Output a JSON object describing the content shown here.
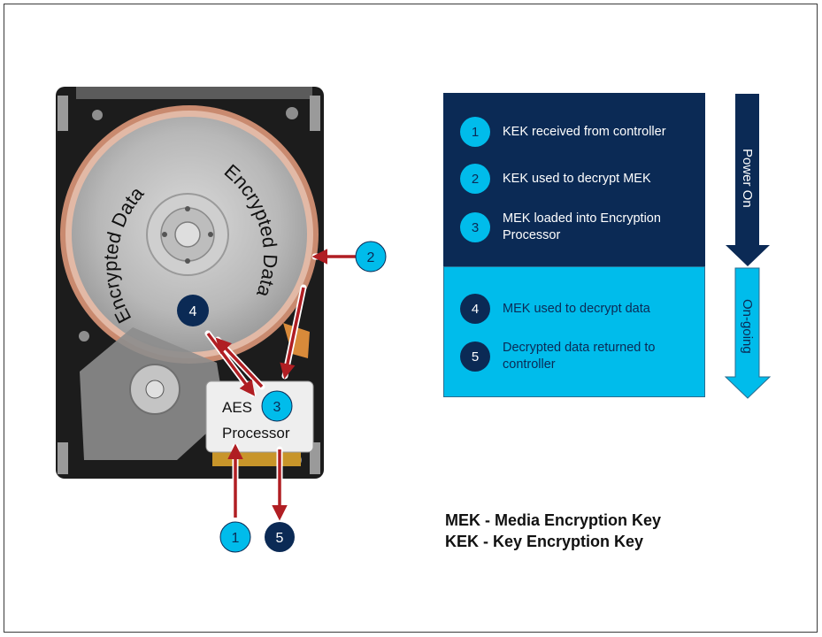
{
  "disk": {
    "label_left": "Encrypted Data",
    "label_right": "Encrypted Data"
  },
  "processor": {
    "line1": "AES",
    "line2": "Processor"
  },
  "markers": {
    "m1": "1",
    "m2": "2",
    "m3": "3",
    "m4": "4",
    "m5": "5"
  },
  "steps_power_on": [
    {
      "num": "1",
      "text": "KEK received from controller"
    },
    {
      "num": "2",
      "text": "KEK used to decrypt MEK"
    },
    {
      "num": "3",
      "text": "MEK loaded into Encryption Processor"
    }
  ],
  "steps_ongoing": [
    {
      "num": "4",
      "text": "MEK used to decrypt data"
    },
    {
      "num": "5",
      "text": "Decrypted data returned to controller"
    }
  ],
  "arrows": {
    "power_on": "Power On",
    "ongoing": "On-going"
  },
  "legend": {
    "mek": "MEK - Media Encryption Key",
    "kek": "KEK - Key Encryption Key"
  },
  "colors": {
    "navy": "#0b2a55",
    "cyan": "#00bceb",
    "arrow_red": "#b01e23"
  }
}
